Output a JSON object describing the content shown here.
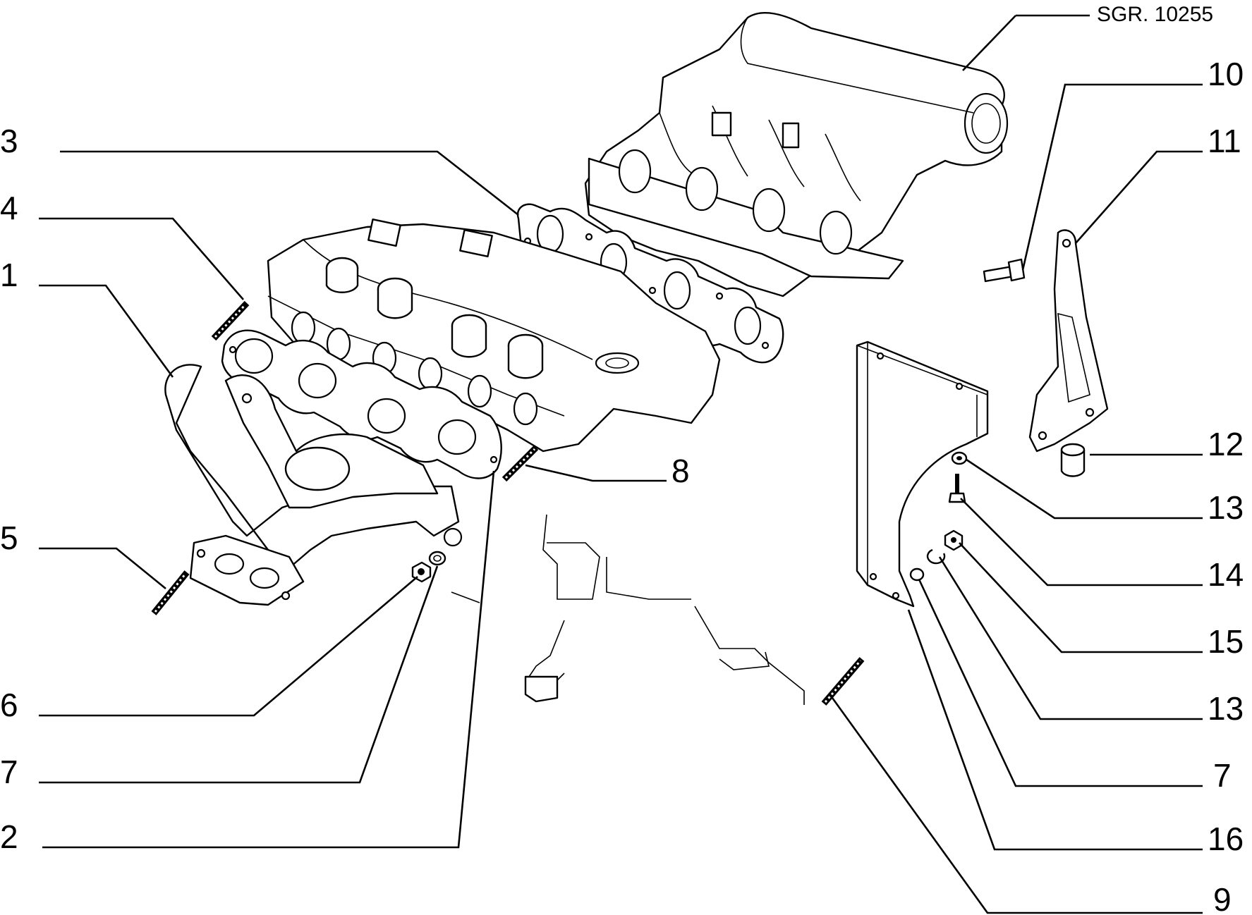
{
  "reference": "SGR. 10255",
  "callouts": [
    {
      "id": "c1",
      "text": "1"
    },
    {
      "id": "c2",
      "text": "2"
    },
    {
      "id": "c3",
      "text": "3"
    },
    {
      "id": "c4",
      "text": "4"
    },
    {
      "id": "c5",
      "text": "5"
    },
    {
      "id": "c6",
      "text": "6"
    },
    {
      "id": "c7a",
      "text": "7"
    },
    {
      "id": "c8",
      "text": "8"
    },
    {
      "id": "c9",
      "text": "9"
    },
    {
      "id": "c10",
      "text": "10"
    },
    {
      "id": "c11",
      "text": "11"
    },
    {
      "id": "c12",
      "text": "12"
    },
    {
      "id": "c13a",
      "text": "13"
    },
    {
      "id": "c14",
      "text": "14"
    },
    {
      "id": "c15",
      "text": "15"
    },
    {
      "id": "c13b",
      "text": "13"
    },
    {
      "id": "c7b",
      "text": "7"
    },
    {
      "id": "c16",
      "text": "16"
    }
  ]
}
